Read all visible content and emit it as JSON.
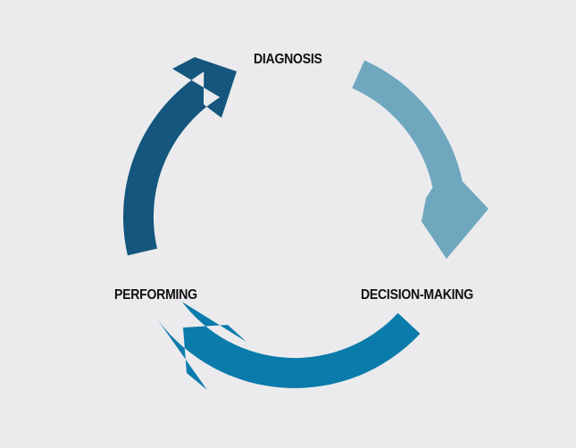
{
  "diagram": {
    "type": "cycle",
    "stages": [
      {
        "id": "diagnosis",
        "label": "DIAGNOSIS"
      },
      {
        "id": "decision-making",
        "label": "DECISION-MAKING"
      },
      {
        "id": "performing",
        "label": "PERFORMING"
      }
    ],
    "arrows": [
      {
        "from": "diagnosis",
        "to": "decision-making",
        "color": "#6fa7bf"
      },
      {
        "from": "decision-making",
        "to": "performing",
        "color": "#0b7bab"
      },
      {
        "from": "performing",
        "to": "diagnosis",
        "color": "#14567d"
      }
    ],
    "background": "#ebebed"
  }
}
